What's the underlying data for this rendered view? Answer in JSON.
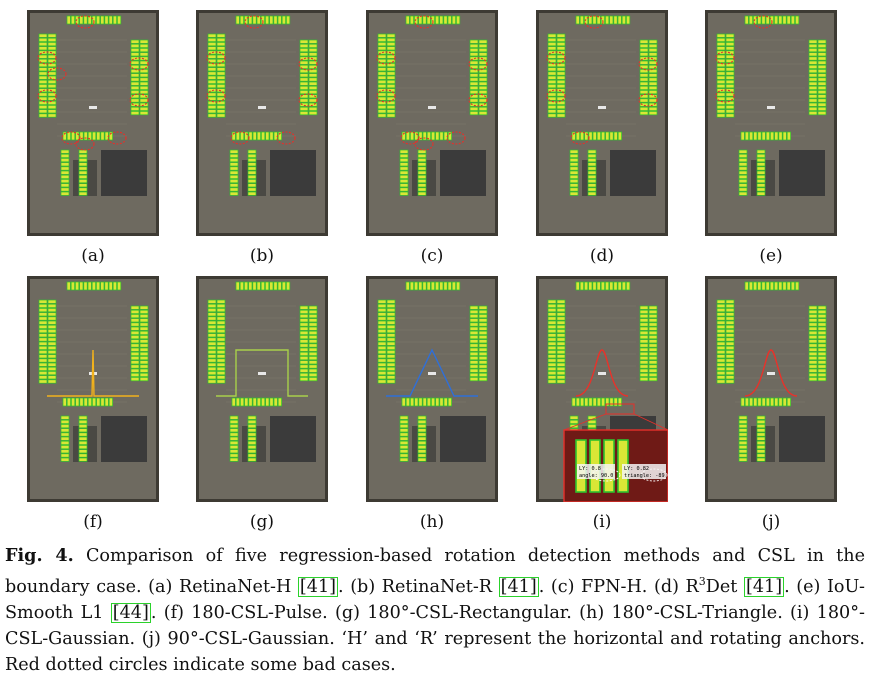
{
  "panels_row1": [
    {
      "label": "(a)",
      "overlay": "circles",
      "circles": 9
    },
    {
      "label": "(b)",
      "overlay": "circles",
      "circles": 7
    },
    {
      "label": "(c)",
      "overlay": "circles",
      "circles": 8
    },
    {
      "label": "(d)",
      "overlay": "circles",
      "circles": 6
    },
    {
      "label": "(e)",
      "overlay": "circles",
      "circles": 3
    }
  ],
  "panels_row2": [
    {
      "label": "(f)",
      "overlay": "pulse",
      "color": "#f2b21c"
    },
    {
      "label": "(g)",
      "overlay": "rectangular",
      "color": "#a8d04a"
    },
    {
      "label": "(h)",
      "overlay": "triangle",
      "color": "#2f6fd8"
    },
    {
      "label": "(i)",
      "overlay": "gaussian-zoom",
      "color": "#e8322a"
    },
    {
      "label": "(j)",
      "overlay": "gaussian",
      "color": "#e8322a"
    }
  ],
  "zoom_inset": {
    "label1": "LY: 0.8",
    "angle1": "angle: 90.0",
    "label2": "LY: 0.82",
    "angle2": "triangle: -89.6"
  },
  "colors": {
    "vehicle_yellow": "#d9e636",
    "vehicle_green": "#2ec12e",
    "bad_case_red": "#e5302a",
    "cite_box_green": "#2bd22b",
    "asphalt": "#6e6a60"
  },
  "caption": {
    "fig_label": "Fig. 4.",
    "t1": " Comparison of five regression-based rotation detection methods and CSL in the boundary case. (a) RetinaNet-H ",
    "c1": "[41]",
    "t2": ". (b) RetinaNet-R ",
    "c2": "[41]",
    "t3": ". (c) FPN-H. (d) R",
    "sup": "3",
    "t4": "Det ",
    "c3": "[41]",
    "t5": ". (e) IoU-Smooth L1 ",
    "c4": "[44]",
    "t6": ". (f) 180-CSL-Pulse. (g) 180°-CSL-Rectangular. (h) 180°-CSL-Triangle. (i) 180°-CSL-Gaussian. (j) 90°-CSL-Gaussian. ‘H’ and ‘R’ represent the horizontal and rotating anchors. Red dotted circles indicate some bad cases."
  }
}
